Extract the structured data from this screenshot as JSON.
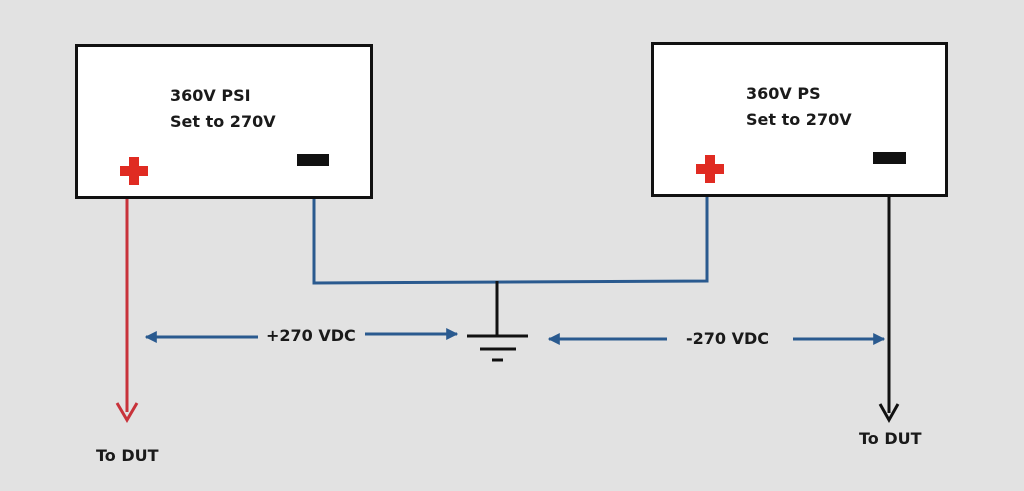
{
  "diagram": {
    "title": "Dual power supply wiring for ±270 VDC",
    "colors": {
      "background": "#e2e2e2",
      "box_fill": "#ffffff",
      "box_border": "#111111",
      "positive_terminal": "#e02b22",
      "negative_terminal": "#111111",
      "positive_wire": "#c8323a",
      "common_wire": "#2a5a8f",
      "negative_wire": "#111111",
      "dimension_arrows": "#2a5a8f",
      "ground": "#111111"
    },
    "supplies": [
      {
        "name": "360V PSI",
        "setting": "Set to 270V",
        "positive_symbol": "+",
        "negative_symbol": "−"
      },
      {
        "name": "360V PS",
        "setting": "Set to 270V",
        "positive_symbol": "+",
        "negative_symbol": "−"
      }
    ],
    "voltages": {
      "positive": "+270 VDC",
      "negative": "-270 VDC"
    },
    "outputs": {
      "left": "To DUT",
      "right": "To DUT"
    },
    "ground_icon": "ground-symbol"
  }
}
